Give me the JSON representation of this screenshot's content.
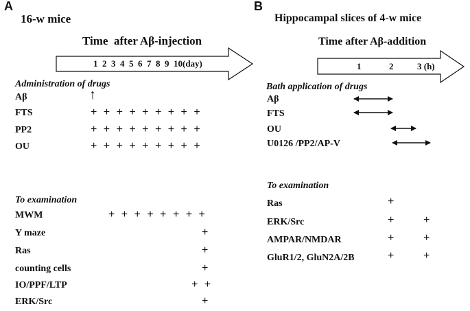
{
  "panelA": {
    "letter": "A",
    "title": "16-w mice",
    "timeline_label": "Time  after Aβ-injection",
    "ticks": "1  2  3  4  5  6  7  8  9  10(day)",
    "admin_heading": "Administration of drugs",
    "injection_marker": "↑",
    "admin_rows": [
      {
        "label": "Aβ",
        "marks": ""
      },
      {
        "label": "FTS",
        "marks": "+ + + + + + + + +"
      },
      {
        "label": "PP2",
        "marks": "+ + + + + + + + +"
      },
      {
        "label": "OU",
        "marks": "+ + + + + + + + +"
      }
    ],
    "exam_heading": "To examination",
    "exam_rows": [
      {
        "label": "MWM",
        "marks": "+ + + + + + + +"
      },
      {
        "label": "Y maze",
        "marks": "+"
      },
      {
        "label": "Ras",
        "marks": "+"
      },
      {
        "label": "counting cells",
        "marks": "+"
      },
      {
        "label": "IO/PPF/LTP",
        "marks": "+ +"
      },
      {
        "label": "ERK/Src",
        "marks": "+"
      }
    ]
  },
  "panelB": {
    "letter": "B",
    "title": "Hippocampal slices of 4-w mice",
    "timeline_label": "Time after Aβ-addition",
    "ticks": [
      "1",
      "2",
      "3 (h)"
    ],
    "bath_heading": "Bath application of drugs",
    "bath_rows": [
      {
        "label": "Aβ"
      },
      {
        "label": "FTS"
      },
      {
        "label": "OU"
      },
      {
        "label": "U0126 /PP2/AP-V"
      }
    ],
    "exam_heading": "To examination",
    "exam_rows": [
      {
        "label": "Ras",
        "col2": "+",
        "col3": ""
      },
      {
        "label": "ERK/Src",
        "col2": "+",
        "col3": "+"
      },
      {
        "label": "AMPAR/NMDAR",
        "col2": "+",
        "col3": "+"
      },
      {
        "label": "GluR1/2, GluN2A/2B",
        "col2": "+",
        "col3": "+"
      }
    ]
  }
}
